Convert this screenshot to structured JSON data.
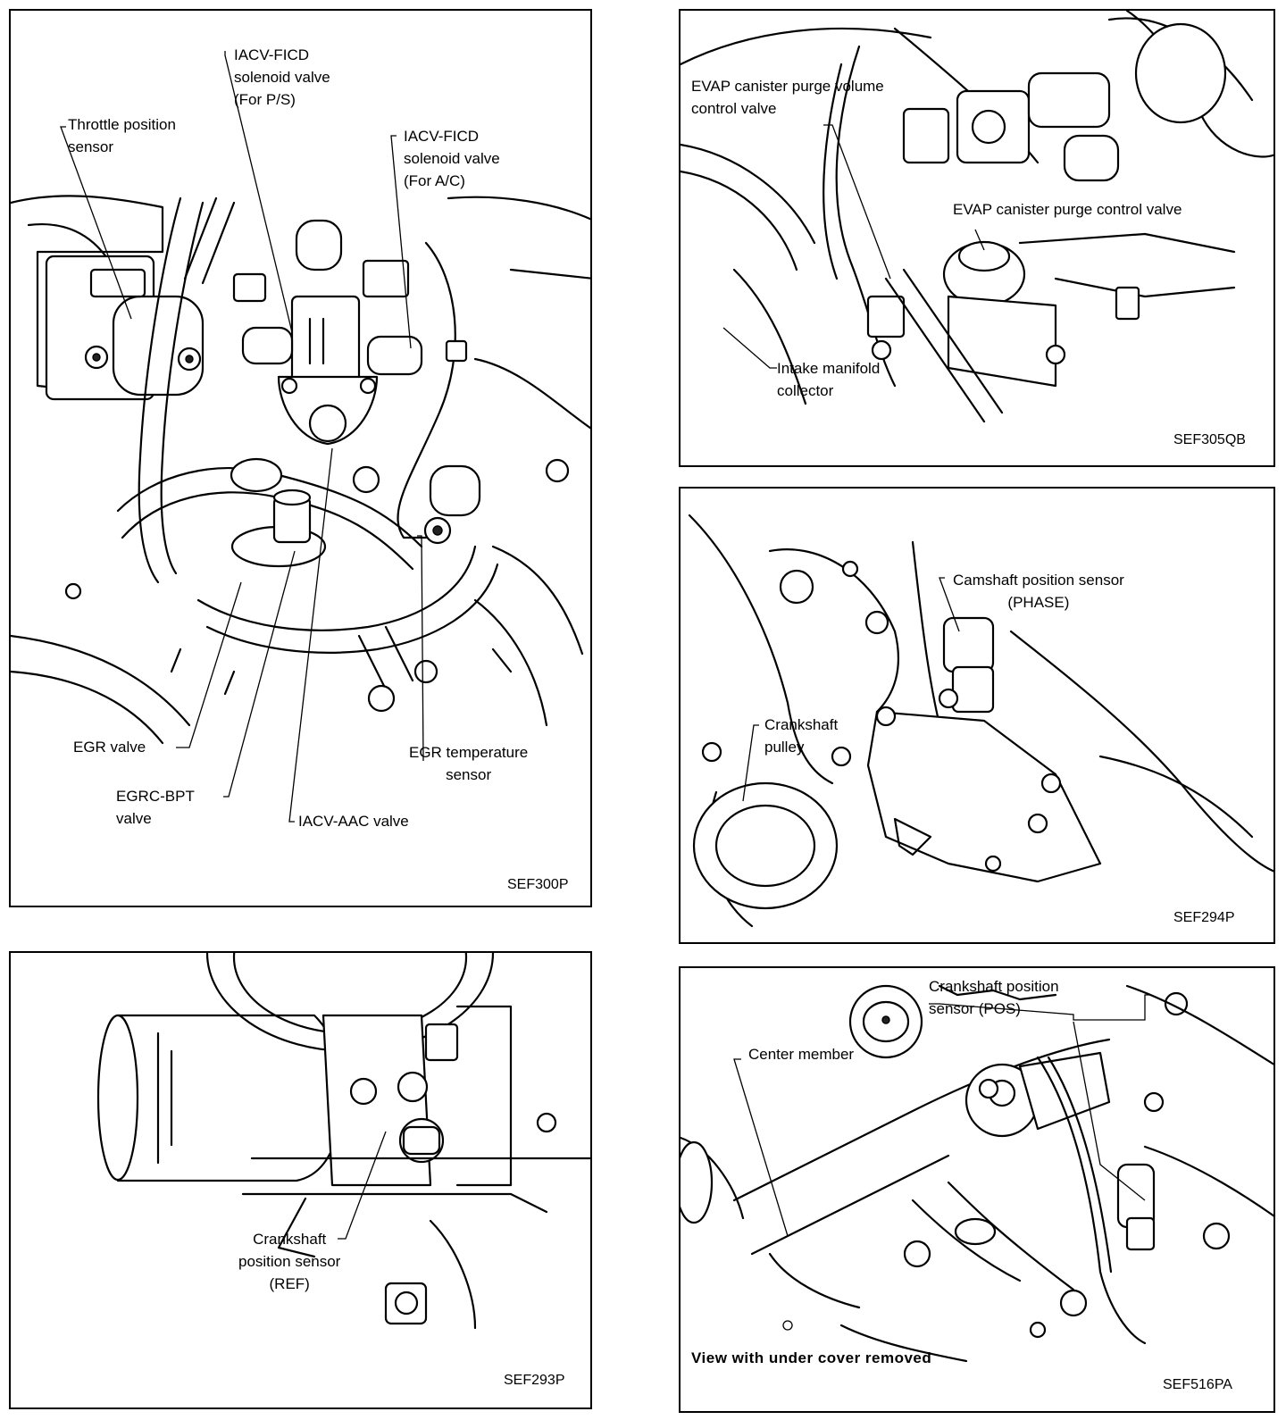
{
  "panels": {
    "engine_top": {
      "code": "SEF300P",
      "labels": {
        "iacv_ficd_ps": "IACV-FICD\nsolenoid valve\n(For P/S)",
        "throttle_position_sensor": "Throttle position\nsensor",
        "iacv_ficd_ac": "IACV-FICD\nsolenoid valve\n(For A/C)",
        "egr_valve": "EGR valve",
        "egr_temperature_sensor": "EGR temperature\nsensor",
        "egrc_bpt_valve": "EGRC-BPT\nvalve",
        "iacv_aac_valve": "IACV-AAC valve"
      }
    },
    "evap": {
      "code": "SEF305QB",
      "labels": {
        "evap_purge_volume": "EVAP canister purge volume\ncontrol valve",
        "evap_purge_control": "EVAP canister purge control valve",
        "intake_manifold": "Intake manifold\ncollector"
      }
    },
    "camshaft": {
      "code": "SEF294P",
      "labels": {
        "camshaft_sensor": "Camshaft position sensor\n(PHASE)",
        "crankshaft_pulley": "Crankshaft\npulley"
      }
    },
    "crank_ref": {
      "code": "SEF293P",
      "labels": {
        "crankshaft_ref": "Crankshaft\nposition sensor\n(REF)"
      }
    },
    "crank_pos": {
      "code": "SEF516PA",
      "labels": {
        "crankshaft_pos": "Crankshaft position\nsensor (POS)",
        "center_member": "Center member"
      },
      "caption": "View with under cover removed"
    }
  }
}
